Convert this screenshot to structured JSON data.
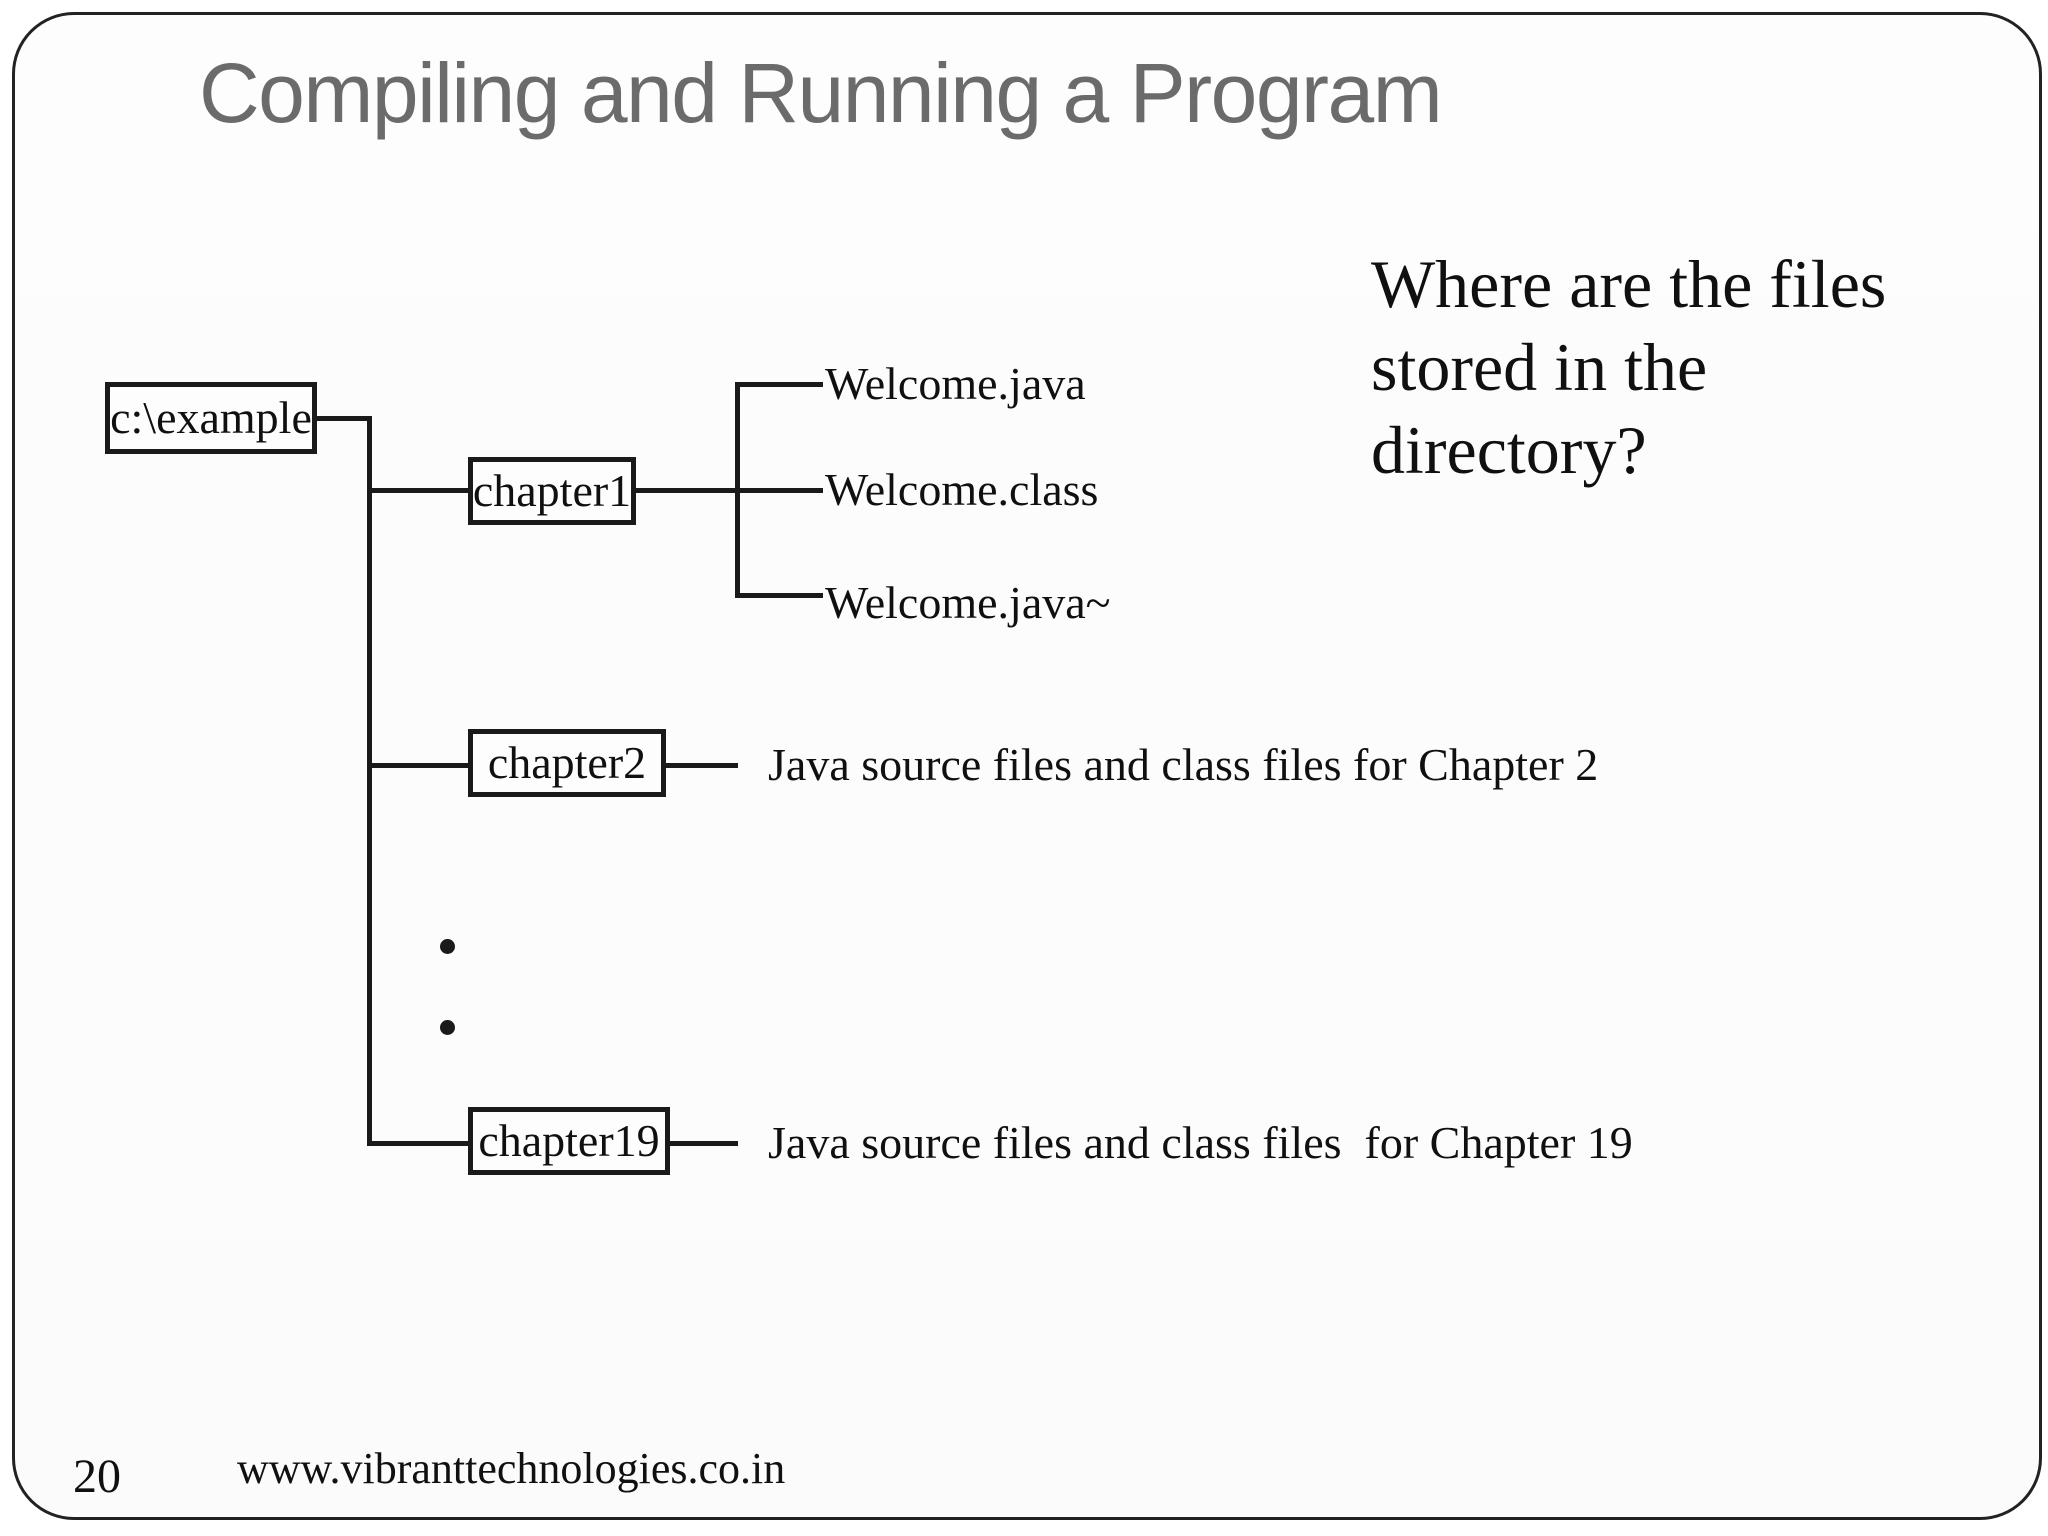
{
  "colors": {
    "title": "#6b6b6b",
    "text": "#101010",
    "line": "#1a1a1a",
    "border": "#222222"
  },
  "slide": {
    "title": "Compiling and Running a Program"
  },
  "question": {
    "text": "Where are the files stored in the directory?"
  },
  "tree": {
    "root_label": "c:\\example",
    "chapter1": {
      "label": "chapter1",
      "files": [
        "Welcome.java",
        "Welcome.class",
        "Welcome.java~"
      ]
    },
    "chapter2": {
      "label": "chapter2",
      "note": "Java source files and class files for Chapter 2"
    },
    "chapter19": {
      "label": "chapter19",
      "note": "Java source files and class files  for Chapter 19"
    }
  },
  "footer": {
    "page_number": "20",
    "url": "www.vibranttechnologies.co.in"
  }
}
